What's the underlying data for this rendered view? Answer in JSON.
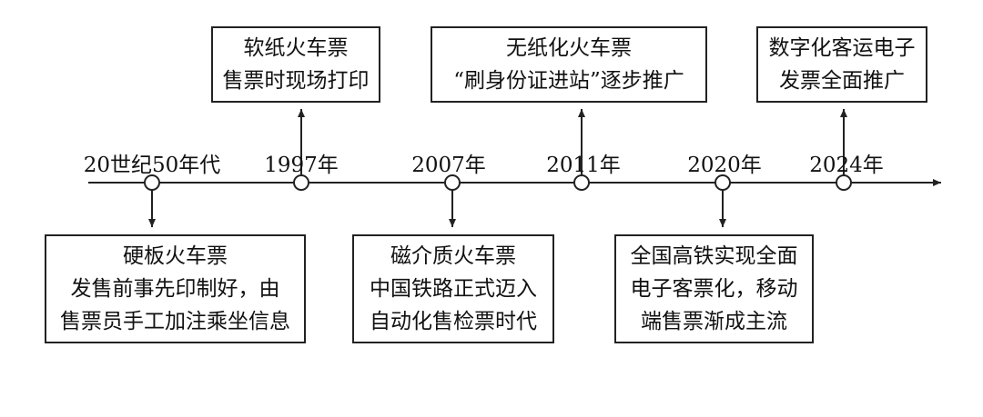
{
  "timeline": {
    "points": [
      {
        "year": "20世纪50年代",
        "box": [
          "硬板火车票",
          "发售前事先印制好，由",
          "售票员手工加注乘坐信息"
        ]
      },
      {
        "year": "1997年",
        "box": [
          "软纸火车票",
          "售票时现场打印"
        ]
      },
      {
        "year": "2007年",
        "box": [
          "磁介质火车票",
          "中国铁路正式迈入",
          "自动化售检票时代"
        ]
      },
      {
        "year": "2011年",
        "box": [
          "无纸化火车票",
          "“刷身份证进站”逐步推广"
        ]
      },
      {
        "year": "2020年",
        "box": [
          "全国高铁实现全面",
          "电子客票化，移动",
          "端售票渐成主流"
        ]
      },
      {
        "year": "2024年",
        "box": [
          "数字化客运电子",
          "发票全面推广"
        ]
      }
    ]
  }
}
